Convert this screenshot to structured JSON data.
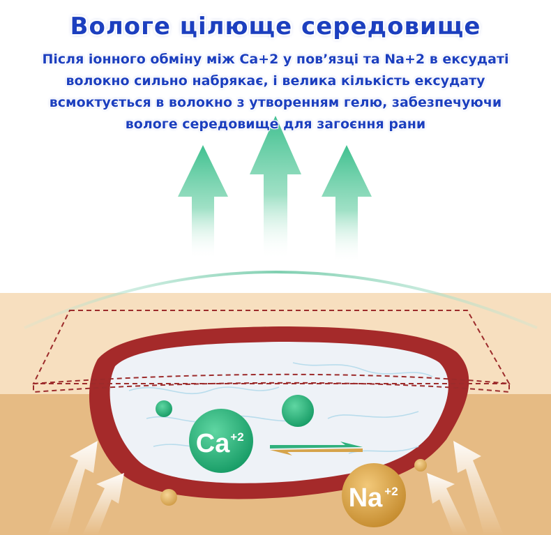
{
  "header": {
    "title": "Вологе цілюще середовище",
    "lines": [
      "Після іонного обміну між Ca+2 у пов’язці та Na+2 в ексудаті",
      "волокно сильно набрякає, і велика кількість ексудату",
      "всмоктується в волокно з утворенням гелю, забезпечуючи",
      "вологе середовище для загоєння рани"
    ]
  },
  "ions": {
    "calcium": {
      "symbol": "Ca",
      "charge": "+2"
    },
    "sodium": {
      "symbol": "Na",
      "charge": "+2"
    }
  },
  "colors": {
    "text_blue": "#1c3fbf",
    "arrow_green": "#3fbf8f",
    "ca_green": "#26b07a",
    "na_gold": "#d9a44a",
    "wound_red": "#a52a2a",
    "skin_light": "#f7dfbf",
    "skin_dark": "#e6bb84"
  }
}
